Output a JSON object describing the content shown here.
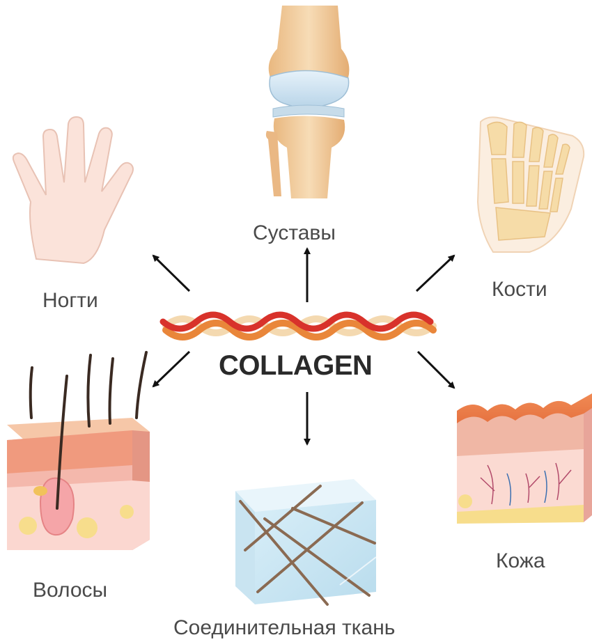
{
  "center": {
    "title": "COLLAGEN",
    "icon": "collagen-triple-helix-icon"
  },
  "targets": [
    {
      "key": "joints",
      "label": "Суставы",
      "icon": "knee-joint-icon"
    },
    {
      "key": "nails",
      "label": "Ногти",
      "icon": "hand-icon"
    },
    {
      "key": "bones",
      "label": "Кости",
      "icon": "foot-bones-icon"
    },
    {
      "key": "hair",
      "label": "Волосы",
      "icon": "hair-follicle-icon"
    },
    {
      "key": "skin",
      "label": "Кожа",
      "icon": "skin-layers-icon"
    },
    {
      "key": "tissue",
      "label": "Соединительная ткань",
      "icon": "connective-tissue-cube-icon"
    }
  ],
  "colors": {
    "helix_red": "#d8322b",
    "helix_orange": "#e9863a",
    "helix_cream": "#f4d9b0",
    "label_text": "#4a4a4a",
    "arrow": "#111111",
    "bone": "#f1cd9e",
    "cartilage": "#cfe3f0",
    "skin_pink": "#f3c2b4",
    "fat_yellow": "#f7dd8c"
  }
}
